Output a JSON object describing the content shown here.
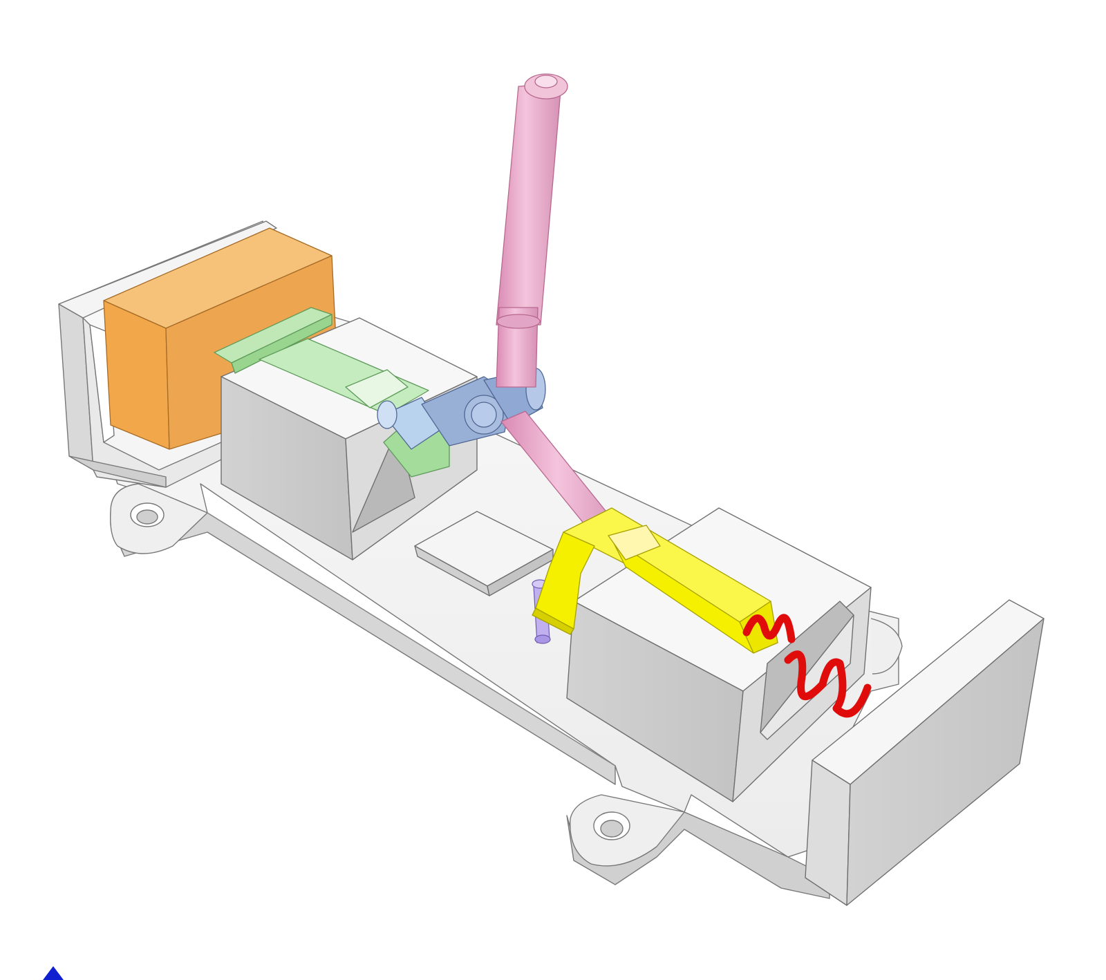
{
  "scene": {
    "description_label": "",
    "parts": [
      {
        "name": "base-plate",
        "color": "#d9d9d9"
      },
      {
        "name": "left-end-block",
        "color": "#e6e6e6"
      },
      {
        "name": "orange-weight-block",
        "color": "#f0a84a"
      },
      {
        "name": "green-slider",
        "color": "#a8e0a0"
      },
      {
        "name": "blue-clevis-joint",
        "color": "#9db3d8"
      },
      {
        "name": "pink-lever-rod",
        "color": "#e9a9c9"
      },
      {
        "name": "yellow-slider",
        "color": "#f5f000"
      },
      {
        "name": "red-spring",
        "color": "#e01010"
      },
      {
        "name": "purple-pin",
        "color": "#b9a6e8"
      },
      {
        "name": "right-end-block",
        "color": "#e6e6e6"
      }
    ],
    "corner_marker": {
      "icon": "axis-triad-icon",
      "color": "#1020d0"
    }
  }
}
